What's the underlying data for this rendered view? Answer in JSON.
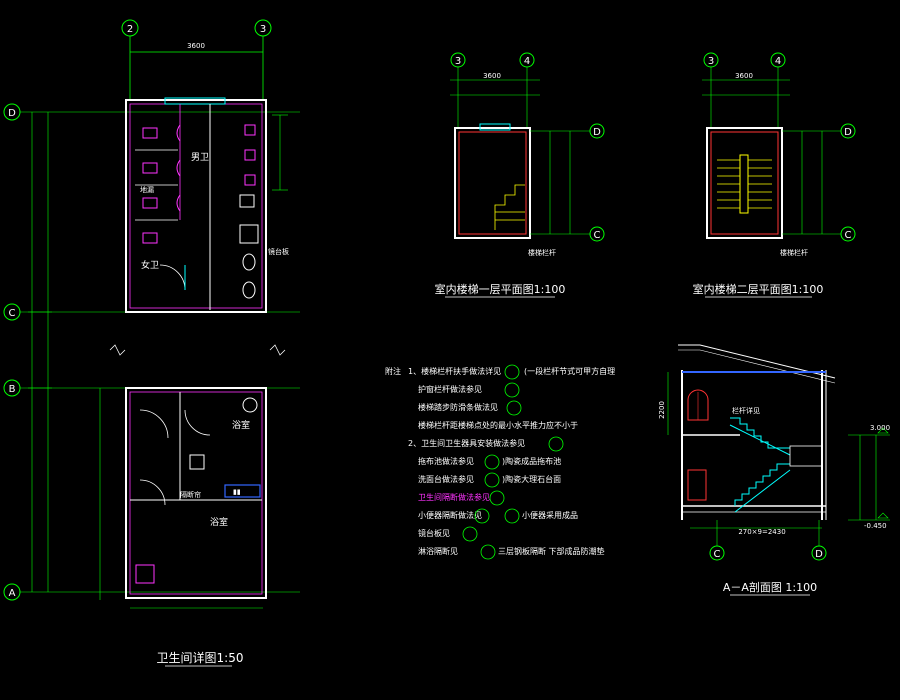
{
  "drawing": {
    "titles": {
      "toilet": "卫生间详图1:50",
      "stair1": "室内楼梯一层平面图1:100",
      "stair2": "室内楼梯二层平面图1:100",
      "section": "A－A剖面图 1:100"
    },
    "axes": {
      "left_top": [
        "2",
        "3"
      ],
      "left_side": [
        "D",
        "C",
        "B",
        "A"
      ],
      "stair1_top": [
        "3",
        "4"
      ],
      "stair1_side": [
        "D",
        "C"
      ],
      "stair2_top": [
        "3",
        "4"
      ],
      "stair2_side": [
        "D",
        "C"
      ],
      "section_bottom": [
        "C",
        "D"
      ]
    },
    "room_labels": {
      "male": "男卫",
      "female": "女卫",
      "bath1": "浴室",
      "bath2": "浴室",
      "drain": "地漏",
      "sink_note": "镜台板",
      "handrail": "栏杆详见",
      "curtain": "隔断帘",
      "stair_label": "楼梯栏杆"
    },
    "notes": {
      "intro": "附注",
      "lines": [
        "1、楼梯栏杆扶手做法详见",
        "护窗栏杆做法参见",
        "楼梯踏步防滑条做法见",
        "楼梯栏杆距楼梯点处的最小水平推力应不小于",
        "2、卫生间卫生器具安装做法参见",
        "拖布池做法参见",
        "洗面台做法参见",
        "卫生间隔断做法参见",
        "小便器隔断做法见",
        "镜台板见",
        "淋浴隔断见"
      ],
      "side": [
        "(一段栏杆节式可甲方自理",
        "",
        "",
        "",
        "",
        ")陶瓷成品拖布池",
        ")陶瓷大理石台面",
        "",
        "小便器采用成品",
        "",
        "三层钢板隔断 下部成品防潮垫"
      ]
    },
    "dims": {
      "left_top": "3600",
      "stair_top": "3600",
      "section_left": "2200",
      "section_bottom": "270×9=2430",
      "elev_top": "3.000",
      "elev_bot": "-0.450"
    },
    "colors": {
      "wall": "#ffffff",
      "axis": "#00ff00",
      "fixture": "#ff33ff",
      "dim": "#00ff00",
      "stair": "#00ffff",
      "window": "#00ffff",
      "red": "#ff3333",
      "yellow": "#ffff00",
      "blue": "#3366ff"
    }
  }
}
